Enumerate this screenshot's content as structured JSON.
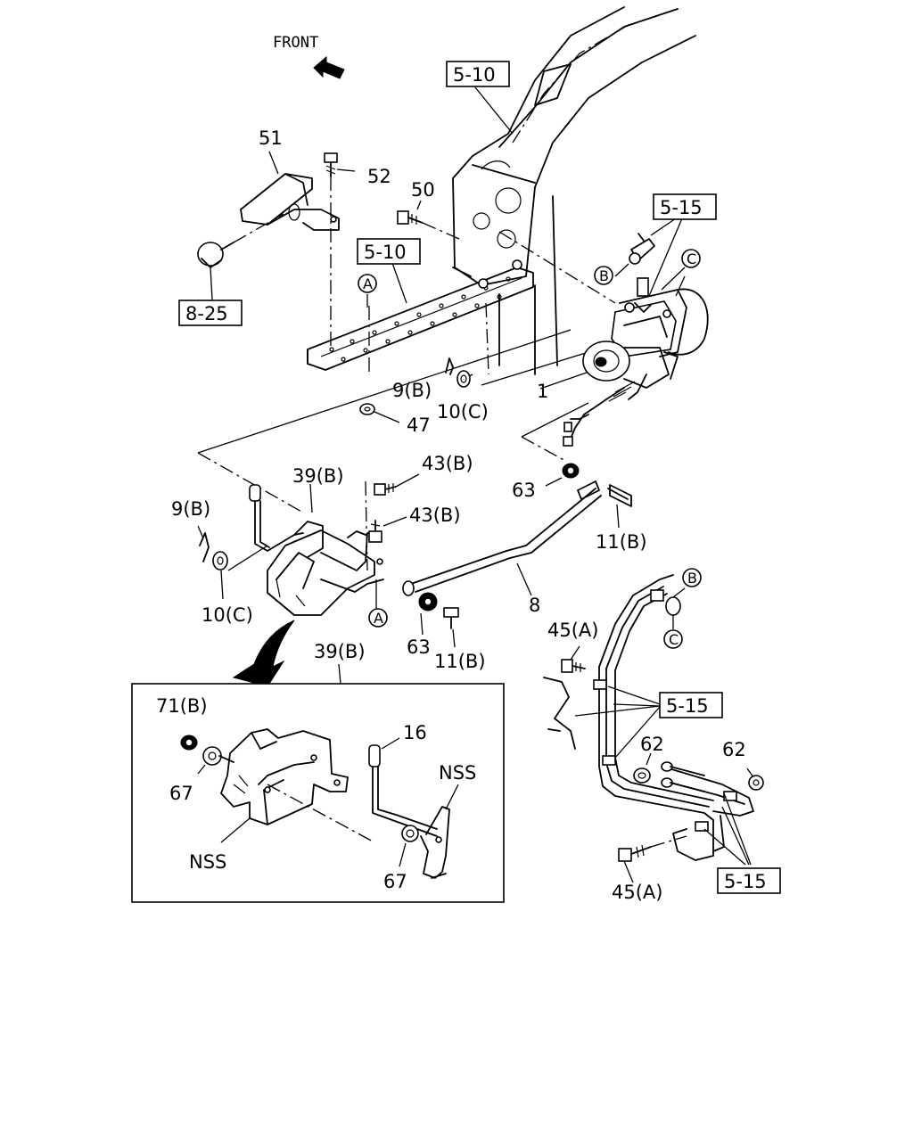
{
  "front_label": "FRONT",
  "callouts": {
    "c_51": "51",
    "c_52": "52",
    "c_50": "50",
    "c_5_10_top": "5-10",
    "c_5_10_mid": "5-10",
    "c_8_25": "8-25",
    "c_5_15_top": "5-15",
    "c_1": "1",
    "c_9b_top": "9(B)",
    "c_10c_top": "10(C)",
    "c_47": "47",
    "c_43b_a": "43(B)",
    "c_43b_b": "43(B)",
    "c_39b_top": "39(B)",
    "c_9b_left": "9(B)",
    "c_10c_left": "10(C)",
    "c_63_a": "63",
    "c_11b_a": "11(B)",
    "c_8": "8",
    "c_63_b": "63",
    "c_11b_b": "11(B)",
    "c_39b_box": "39(B)",
    "c_45a_a": "45(A)",
    "c_5_15_mid": "5-15",
    "c_62_a": "62",
    "c_62_b": "62",
    "c_45a_b": "45(A)",
    "c_5_15_bot": "5-15",
    "c_71b": "71(B)",
    "c_67_a": "67",
    "c_16": "16",
    "c_nss_a": "NSS",
    "c_nss_b": "NSS",
    "c_67_b": "67"
  },
  "circle_refs": {
    "a_top": "A",
    "a_bottom": "A",
    "b_top": "B",
    "c_top": "C",
    "b_right": "B",
    "c_right": "C"
  }
}
